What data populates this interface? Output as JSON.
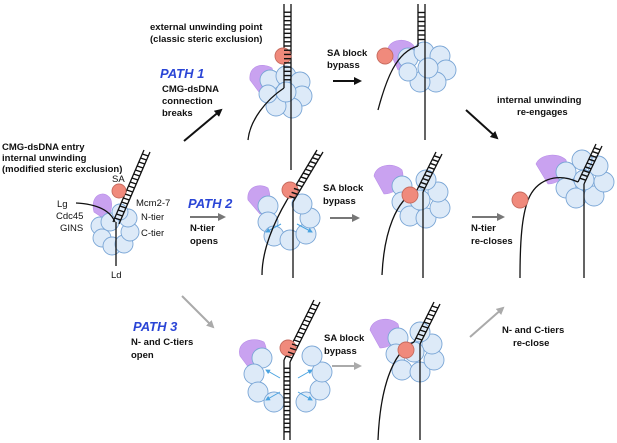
{
  "labels": {
    "external_point": [
      "external unwinding point",
      "(classic steric exclusion)"
    ],
    "entry": [
      "CMG-dsDNA entry",
      "internal unwinding",
      "(modified steric exclusion)"
    ],
    "sa": "SA",
    "lg": "Lg",
    "ld": "Ld",
    "cdc45": "Cdc45",
    "gins": "GINS",
    "mcm": "Mcm2-7",
    "ntier": "N-tier",
    "ctier": "C-tier",
    "path1": "PATH 1",
    "path1_desc": [
      "CMG-dsDNA",
      "connection",
      "breaks"
    ],
    "path2": "PATH 2",
    "path2_desc": [
      "N-tier",
      "opens"
    ],
    "path3": "PATH 3",
    "path3_desc": [
      "N- and C-tiers",
      "open"
    ],
    "sa_bypass": [
      "SA block",
      "bypass"
    ],
    "internal_reengage": [
      "internal unwinding",
      "re-engages"
    ],
    "ntier_recloses": [
      "N-tier",
      "re-closes"
    ],
    "nc_reclose": [
      "N- and C-tiers",
      "re-close"
    ]
  },
  "colors": {
    "path_label": "#2a45d6",
    "mcm_fill": "#ddeaf8",
    "mcm_stroke": "#7aa6d6",
    "gins": "#c9a2f0",
    "sa": "#f08a7c",
    "arrow_black": "#111111",
    "arrow_gray": "#777777",
    "arrow_lightgray": "#aaaaaa",
    "inner_arrows": "#4aa3e0"
  }
}
